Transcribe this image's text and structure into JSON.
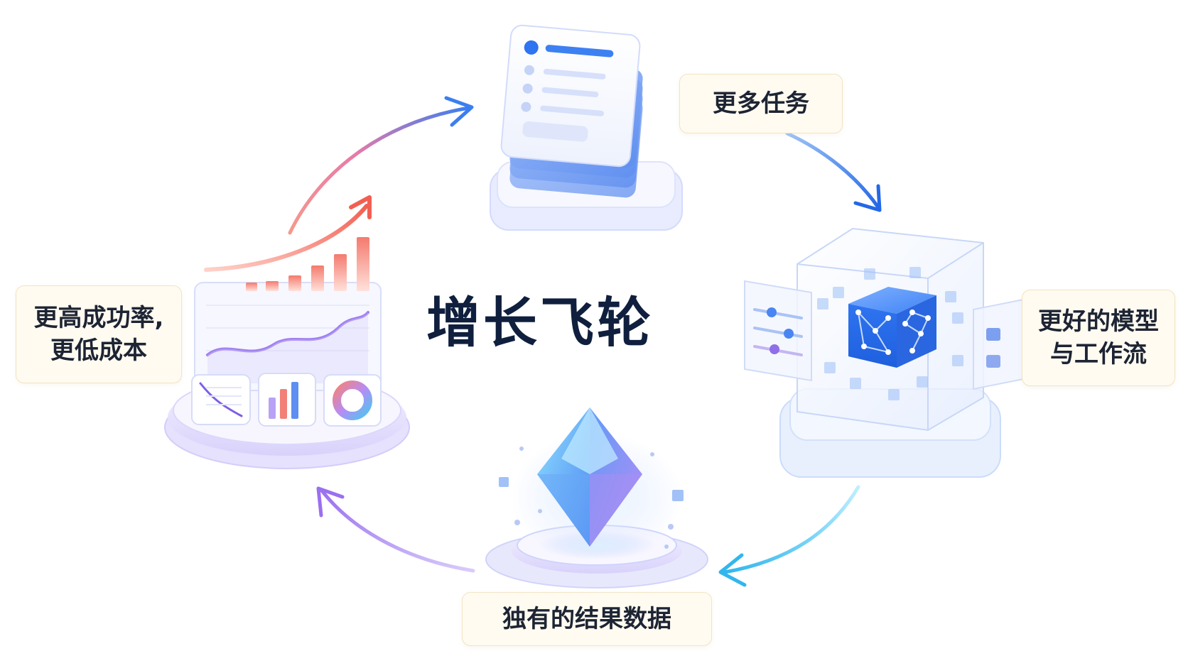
{
  "title": "增长飞轮",
  "nodes": {
    "top": {
      "label": "更多任务",
      "icon": "stacked-documents-icon"
    },
    "right": {
      "label_line1": "更好的模型",
      "label_line2": "与工作流",
      "icon": "neural-cube-icon"
    },
    "bottom": {
      "label": "独有的结果数据",
      "icon": "crystal-gem-icon"
    },
    "left": {
      "label_line1": "更高成功率,",
      "label_line2": "更低成本",
      "icon": "analytics-dashboard-icon"
    }
  },
  "colors": {
    "title": "#0f1f3d",
    "label_bg": "#fffbf1",
    "label_border": "#f2e4c4",
    "arrow_red": "#f07a6e",
    "arrow_blue": "#2f73ea",
    "arrow_cyan": "#3fc6f0",
    "arrow_purple": "#a57cf0"
  }
}
